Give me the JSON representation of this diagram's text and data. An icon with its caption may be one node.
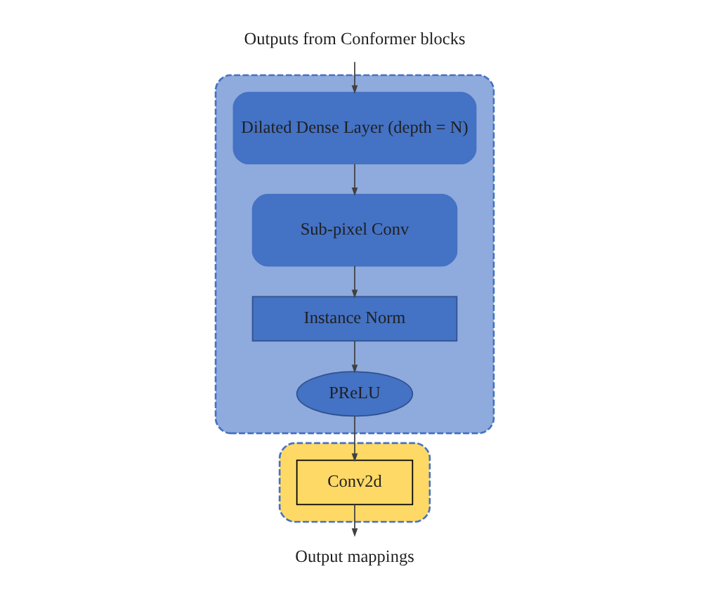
{
  "diagram": {
    "nodes": [
      {
        "text": [
          "Outputs from Conformer blocks"
        ]
      },
      {
        "text": [],
        "shape": "box"
      },
      {
        "text": [
          "Dilated Dense Layer (depth = N)"
        ],
        "in": 1
      },
      {
        "text": [
          "Sub-pixel Conv"
        ],
        "in": 1
      },
      {
        "text": [
          "Instance Norm"
        ],
        "in": 1
      },
      {
        "text": [
          "PReLU"
        ],
        "in": 1
      },
      {
        "text": [],
        "shape": "box"
      },
      {
        "text": [
          "Conv2d"
        ],
        "in": 6
      },
      {
        "text": [
          "Output mappings"
        ]
      }
    ],
    "edges": [
      {
        "from": 0,
        "to": 2,
        "arrow": "to"
      },
      {
        "from": 2,
        "to": 3,
        "arrow": "to"
      },
      {
        "from": 3,
        "to": 4,
        "arrow": "to"
      },
      {
        "from": 4,
        "to": 5,
        "arrow": "to"
      },
      {
        "from": 5,
        "to": 7,
        "arrow": "to"
      },
      {
        "from": 7,
        "to": 8,
        "arrow": "to"
      }
    ]
  }
}
